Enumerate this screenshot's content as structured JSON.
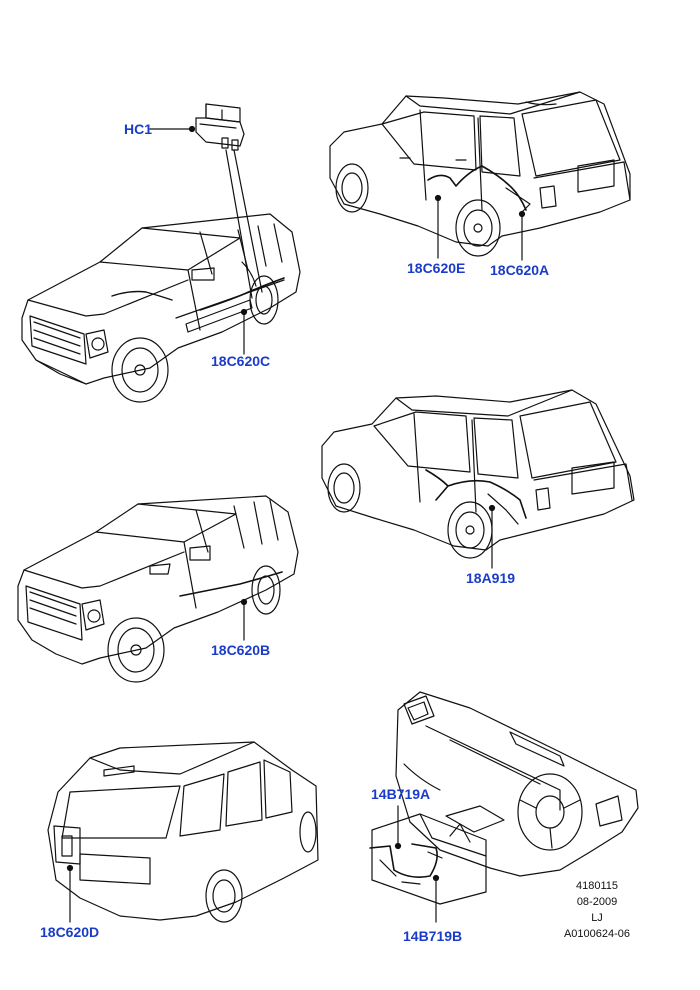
{
  "callouts": {
    "hc1": "HC1",
    "c18c620c": "18C620C",
    "c18c620e": "18C620E",
    "c18c620a": "18C620A",
    "a18a919": "18A919",
    "c18c620b": "18C620B",
    "b14b719a": "14B719A",
    "c18c620d": "18C620D",
    "b14b719b": "14B719B"
  },
  "reference": {
    "part_no": "4180115",
    "date": "08-2009",
    "initials": "LJ",
    "illustration_id": "A0100624-06"
  },
  "colors": {
    "callout_text": "#1a3cc8",
    "line_art": "#111111"
  },
  "icons": [
    "front-vehicle-illustration",
    "rear-vehicle-illustration",
    "harness-clip-illustration",
    "dashboard-illustration"
  ]
}
